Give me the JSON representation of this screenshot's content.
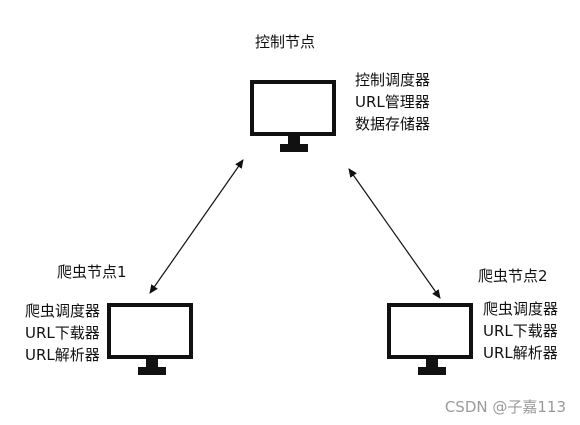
{
  "control_node": {
    "title": "控制节点",
    "components": [
      "控制调度器",
      "URL管理器",
      "数据存储器"
    ]
  },
  "crawler_node_1": {
    "title": "爬虫节点1",
    "components": [
      "爬虫调度器",
      "URL下载器",
      "URL解析器"
    ]
  },
  "crawler_node_2": {
    "title": "爬虫节点2",
    "components": [
      "爬虫调度器",
      "URL下载器",
      "URL解析器"
    ]
  },
  "watermark": "CSDN @子嘉113",
  "colors": {
    "line": "#111111",
    "text": "#111111",
    "watermark": "#9a9a9a"
  },
  "icons": {
    "monitor": "monitor-icon",
    "arrow": "double-arrow"
  }
}
